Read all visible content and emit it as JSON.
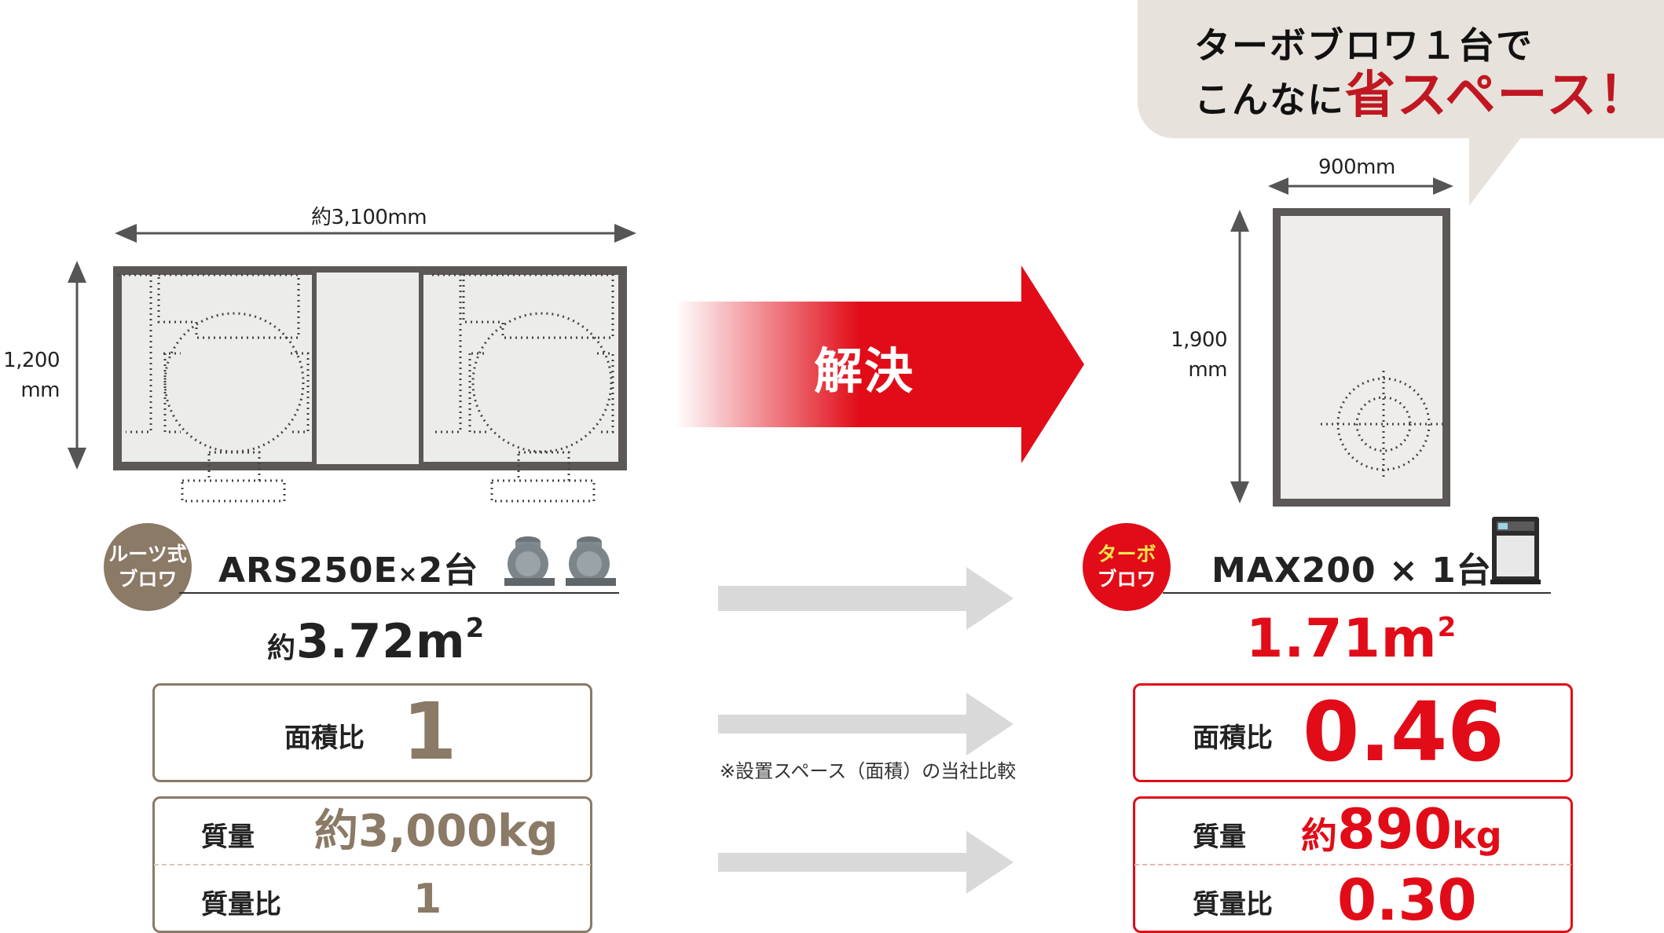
{
  "callout": {
    "line1": "ターボブロワ１台で",
    "line2_prefix": "こんなに",
    "line2_highlight": "省スペース！"
  },
  "left": {
    "width_label": "約3,100mm",
    "height_label_1": "1,200",
    "height_label_2": "mm",
    "badge_line1": "ルーツ式",
    "badge_line2": "ブロワ",
    "model": "ARS250E",
    "multiplier": "×",
    "count": "2台",
    "area_prefix": "約",
    "area_value": "3.72m",
    "area_sup": "2",
    "area_ratio_label": "面積比",
    "area_ratio_value": "1",
    "mass_label": "質量",
    "mass_value": "約3,000kg",
    "mass_ratio_label": "質量比",
    "mass_ratio_value": "1"
  },
  "arrow_label": "解決",
  "note": "※設置スペース（面積）の当社比較",
  "right": {
    "width_label": "900mm",
    "height_label_1": "1,900",
    "height_label_2": "mm",
    "badge_line1": "ターボ",
    "badge_line2": "ブロワ",
    "model": "MAX200",
    "multiplier": "×",
    "count": "1台",
    "area_value": "1.71m",
    "area_sup": "2",
    "area_ratio_label": "面積比",
    "area_ratio_value": "0.46",
    "mass_label": "質量",
    "mass_value_prefix": "約",
    "mass_value_num": "890",
    "mass_value_unit": "kg",
    "mass_ratio_label": "質量比",
    "mass_ratio_value": "0.30"
  },
  "colors": {
    "brown": "#8a7a66",
    "red": "#e10c18",
    "gray_arrow": "#d9d9d9",
    "bubble": "#e7e2db"
  }
}
